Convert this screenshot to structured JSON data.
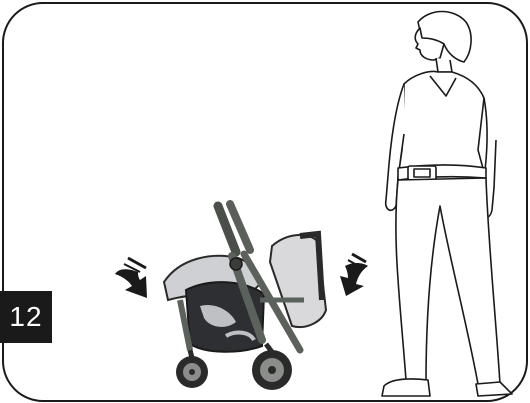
{
  "step": {
    "number": "12"
  },
  "illustration": {
    "subject": "stroller-folding",
    "icons": [
      "down-arrow-left-icon",
      "down-arrow-right-icon",
      "person-figure",
      "folded-stroller"
    ]
  }
}
